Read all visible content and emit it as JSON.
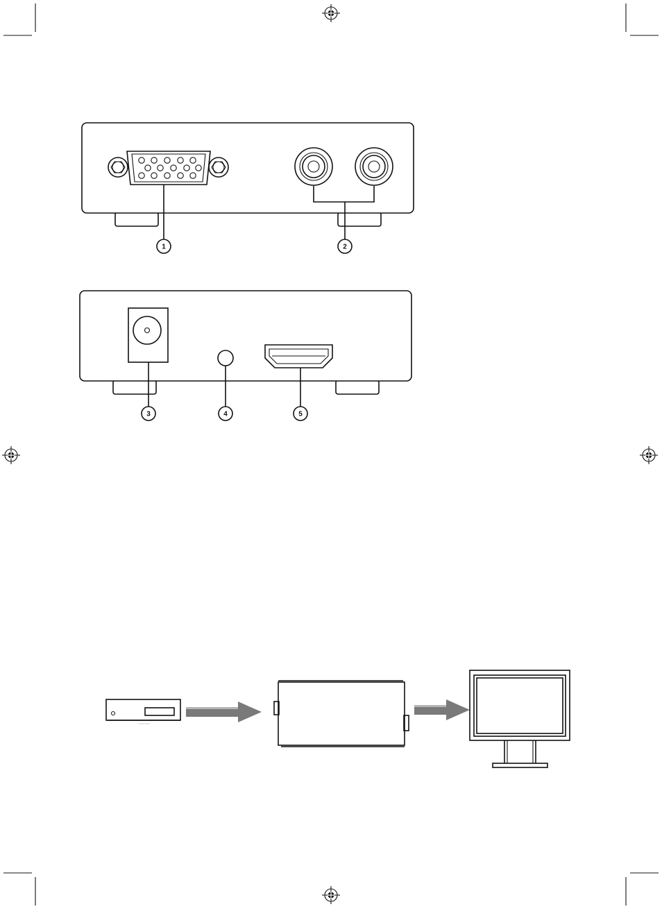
{
  "callouts": [
    {
      "id": "1",
      "label": "1"
    },
    {
      "id": "2",
      "label": "2"
    },
    {
      "id": "3",
      "label": "3"
    },
    {
      "id": "4",
      "label": "4"
    },
    {
      "id": "5",
      "label": "5"
    }
  ],
  "colors": {
    "ink": "#111111",
    "arrow": "#7a7a7a",
    "paper": "#ffffff"
  }
}
